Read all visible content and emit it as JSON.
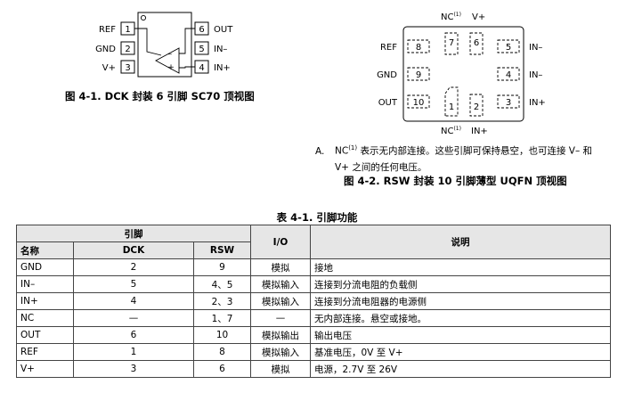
{
  "dck": {
    "left_pins": [
      {
        "name": "REF",
        "num": "1"
      },
      {
        "name": "GND",
        "num": "2"
      },
      {
        "name": "V+",
        "num": "3"
      }
    ],
    "right_pins": [
      {
        "name": "OUT",
        "num": "6"
      },
      {
        "name": "IN–",
        "num": "5"
      },
      {
        "name": "IN+",
        "num": "4"
      }
    ],
    "minus_sign": "–",
    "plus_sign": "+",
    "caption": "图 4-1. DCK 封装 6 引脚 SC70 顶视图"
  },
  "rsw": {
    "top_labels": {
      "nc": "NC",
      "nc_sup": "(1)",
      "vplus": "V+"
    },
    "bottom_labels": {
      "nc": "NC",
      "nc_sup": "(1)",
      "inplus": "IN+"
    },
    "left_labels": [
      "REF",
      "GND",
      "OUT"
    ],
    "right_labels": [
      "IN–",
      "IN–",
      "IN+"
    ],
    "pad_numbers": {
      "p1": "1",
      "p2": "2",
      "p3": "3",
      "p4": "4",
      "p5": "5",
      "p6": "6",
      "p7": "7",
      "p8": "8",
      "p9": "9",
      "p10": "10"
    },
    "note_letter": "A.",
    "note_nc": "NC",
    "note_sup": "(1)",
    "note_line1": " 表示无内部连接。这些引脚可保持悬空，也可连接 V– 和",
    "note_line2": "V+ 之间的任何电压。",
    "caption": "图 4-2. RSW 封装 10 引脚薄型 UQFN 顶视图"
  },
  "table": {
    "title": "表 4-1. 引脚功能",
    "header": {
      "pin_group": "引脚",
      "name": "名称",
      "dck": "DCK",
      "rsw": "RSW",
      "io": "I/O",
      "desc": "说明"
    },
    "rows": [
      {
        "name": "GND",
        "dck": "2",
        "rsw": "9",
        "io": "模拟",
        "desc": "接地"
      },
      {
        "name": "IN–",
        "dck": "5",
        "rsw": "4、5",
        "io": "模拟输入",
        "desc": "连接到分流电阻的负载侧"
      },
      {
        "name": "IN+",
        "dck": "4",
        "rsw": "2、3",
        "io": "模拟输入",
        "desc": "连接到分流电阻器的电源侧"
      },
      {
        "name": "NC",
        "dck": "—",
        "rsw": "1、7",
        "io": "—",
        "desc": "无内部连接。悬空或接地。"
      },
      {
        "name": "OUT",
        "dck": "6",
        "rsw": "10",
        "io": "模拟输出",
        "desc": "输出电压"
      },
      {
        "name": "REF",
        "dck": "1",
        "rsw": "8",
        "io": "模拟输入",
        "desc": "基准电压，0V 至 V+"
      },
      {
        "name": "V+",
        "dck": "3",
        "rsw": "6",
        "io": "模拟",
        "desc": "电源，2.7V 至 26V"
      }
    ]
  }
}
